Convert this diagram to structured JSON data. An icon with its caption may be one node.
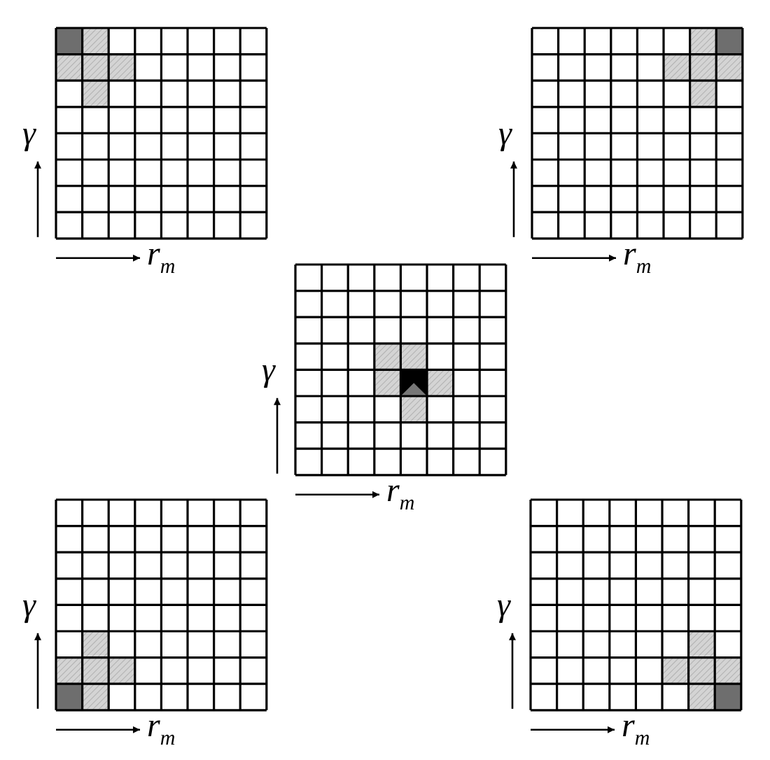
{
  "diagram": {
    "labels": [
      "γ",
      "*r*$_{m}$",
      "γ",
      "*r*$_{m}$",
      "γ",
      "*r*$_{m}$",
      "γ",
      "*r*$_{m}$",
      "γ",
      "*r*$_{m}$"
    ]
  }
}
